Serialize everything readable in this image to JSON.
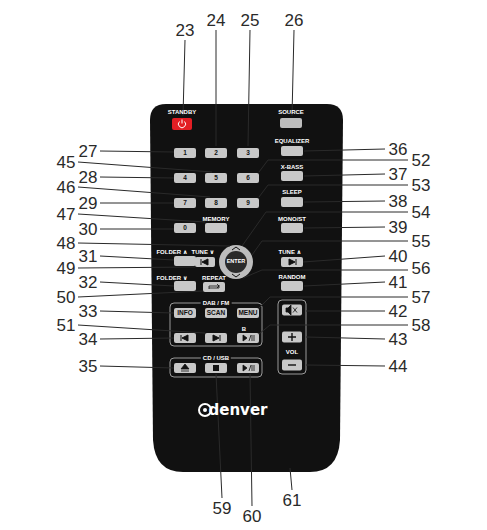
{
  "diagram": {
    "labels": [
      "23",
      "24",
      "25",
      "26",
      "27",
      "45",
      "28",
      "46",
      "29",
      "47",
      "30",
      "48",
      "31",
      "49",
      "32",
      "50",
      "33",
      "51",
      "34",
      "35",
      "36",
      "52",
      "37",
      "53",
      "38",
      "54",
      "39",
      "55",
      "40",
      "56",
      "41",
      "57",
      "42",
      "58",
      "43",
      "44",
      "59",
      "60",
      "61",
      "STANDBY",
      "SOURCE",
      "1",
      "2",
      "3",
      "EQUALIZER",
      "4",
      "5",
      "6",
      "X-BASS",
      "7",
      "8",
      "9",
      "SLEEP",
      "0",
      "MEMORY",
      "MONO/ST",
      "FOLDER ∧",
      "TUNE ∨",
      "ENTER",
      "TUNE ∧",
      "FOLDER ∨",
      "REPEAT",
      "RANDOM",
      "DAB / FM",
      "INFO",
      "SCAN",
      "MENU",
      "B",
      "VOL",
      "CD / USB",
      "denver"
    ]
  }
}
